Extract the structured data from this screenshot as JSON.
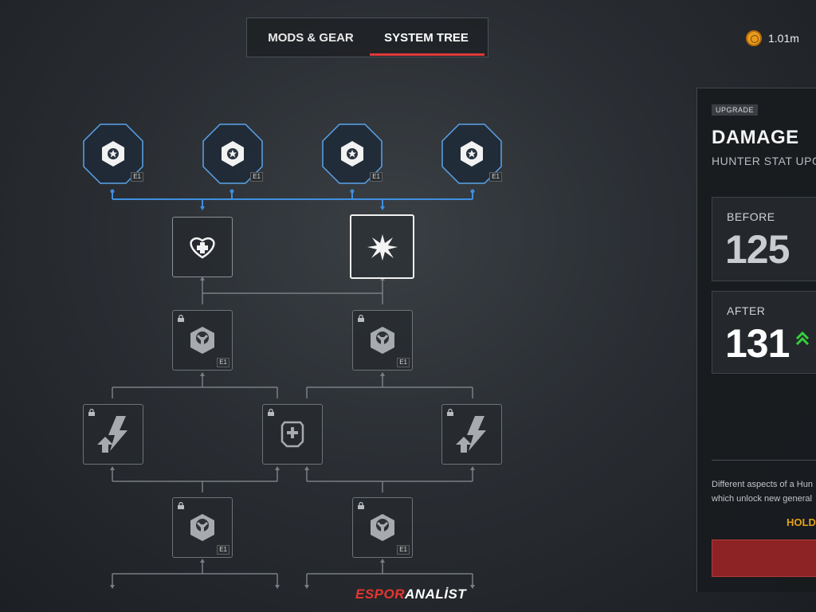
{
  "tabs": [
    {
      "label": "MODS & GEAR",
      "active": false
    },
    {
      "label": "SYSTEM TREE",
      "active": true
    }
  ],
  "currency": {
    "amount": "1.01m",
    "icon": "coin-icon"
  },
  "tree": {
    "top_row_rank": "E1",
    "node_ranks": [
      "E1",
      "E1",
      "E1",
      "E1"
    ],
    "line_color_active": "#3f8fe0",
    "line_color_inactive": "#7a7f84"
  },
  "panel": {
    "badge": "UPGRADE",
    "title": "DAMAGE",
    "subtitle": "HUNTER STAT UPGR",
    "before_label": "BEFORE",
    "before_value": "125",
    "after_label": "AFTER",
    "after_value": "131",
    "desc_line1": "Different aspects of a Hun",
    "desc_line2": "which unlock new general",
    "hold_label": "HOLD",
    "accent_green": "#35d03b",
    "button_color": "#8e2325"
  },
  "watermark": {
    "part1": "ESPOR",
    "part2": "ANALİST"
  }
}
